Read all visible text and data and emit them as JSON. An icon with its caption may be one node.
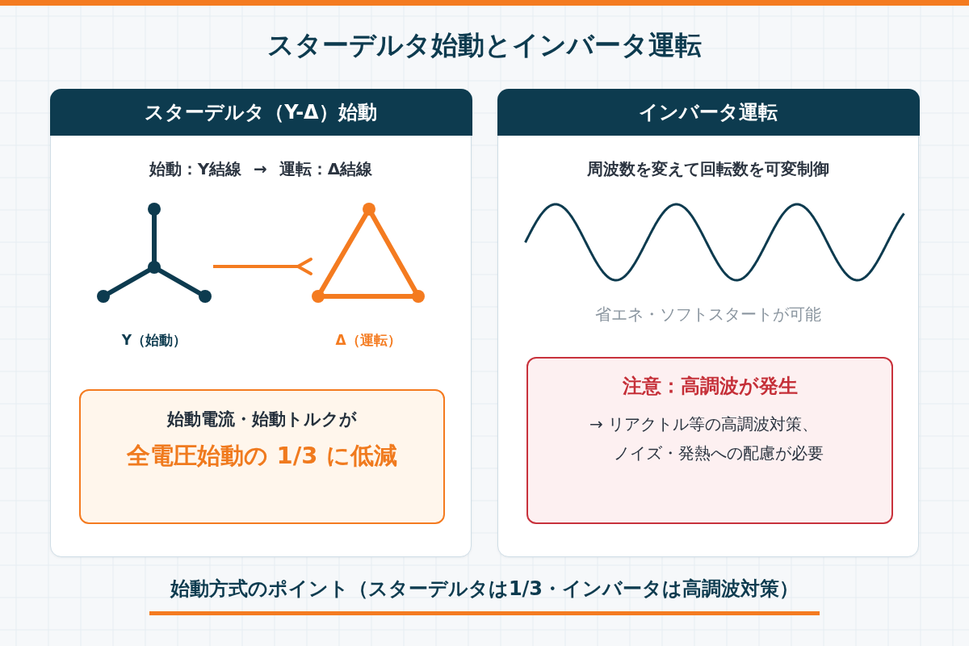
{
  "diagram": {
    "title": "スターデルタ始動とインバータ運転",
    "caption": "始動方式のポイント（スターデルタは1/3・インバータは高調波対策）",
    "nodes": [
      {
        "text": [
          "スターデルタ（Y-Δ）始動",
          "始動：Y結線 → 運転：Δ結線"
        ]
      },
      {
        "text": [],
        "shape": "picture",
        "in": 0,
        "beside": [
          "Y（始動）"
        ]
      },
      {
        "text": [],
        "shape": "picture",
        "in": 0,
        "beside": [
          "Δ（運転）"
        ]
      },
      {
        "text": [
          "始動電流・始動トルクが",
          "全電圧始動の 1/3 に低減"
        ],
        "in": 0
      },
      {
        "text": [
          "インバータ運転",
          "周波数を変えて回転数を可変制御",
          "省エネ・ソフトスタートが可能"
        ]
      },
      {
        "text": [
          "注意：高調波が発生",
          "→ リアクトル等の高調波対策、ノイズ・発熱への配慮が必要"
        ],
        "in": 4
      }
    ],
    "edges": [
      {
        "from": 1,
        "to": 2,
        "arrow": "other"
      }
    ]
  }
}
